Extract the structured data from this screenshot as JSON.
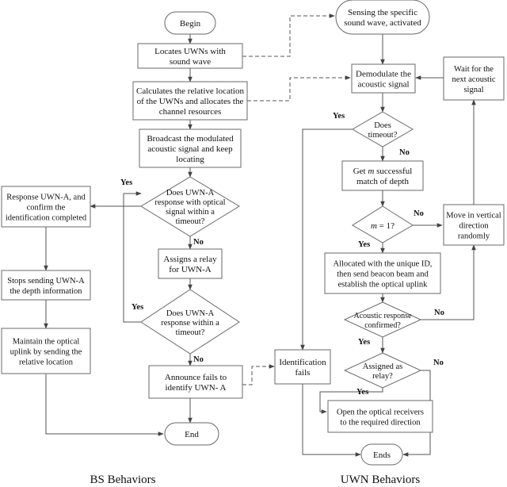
{
  "nodes": {
    "begin": {
      "lines": [
        "Begin"
      ]
    },
    "locates": {
      "lines": [
        "Locates UWNs with",
        "sound wave"
      ]
    },
    "calculates": {
      "lines": [
        "Calculates the relative location",
        "of the UWNs and allocates the",
        "channel resources"
      ]
    },
    "broadcast": {
      "lines": [
        "Broadcast the modulated",
        "acoustic signal and keep",
        "locating"
      ]
    },
    "optical_q": {
      "lines": [
        "Does UWN-A",
        "response with optical",
        "signal within a",
        "timeout?"
      ]
    },
    "assign_relay": {
      "lines": [
        "Assigns a relay",
        "for UWN-A"
      ]
    },
    "response_q": {
      "lines": [
        "Does UWN-A",
        "response within a",
        "timeout?"
      ]
    },
    "announce": {
      "lines": [
        "Announce fails to",
        "identify UWN- A"
      ]
    },
    "end": {
      "lines": [
        "End"
      ]
    },
    "response_confirm": {
      "lines": [
        "Response UWN-A, and",
        "confirm the",
        "identification completed"
      ]
    },
    "stop_depth": {
      "lines": [
        "Stops sending UWN-A",
        "the depth information"
      ]
    },
    "maintain": {
      "lines": [
        "Maintain the optical",
        "uplink by sending the",
        "relative location"
      ]
    },
    "sensing": {
      "lines": [
        "Sensing the specific",
        "sound wave, activated"
      ]
    },
    "demodulate": {
      "lines": [
        "Demodulate the",
        "acoustic signal"
      ]
    },
    "timeout_q": {
      "lines": [
        "Does",
        "timeout?"
      ]
    },
    "get_match": {
      "lines": [
        "Get m successful",
        "match of depth"
      ]
    },
    "m_q": {
      "lines": [
        "m = 1?"
      ]
    },
    "allocated": {
      "lines": [
        "Allocated with the unique ID,",
        "then send beacon beam and",
        "establish the optical uplink"
      ]
    },
    "acoustic_q": {
      "lines": [
        "Acoustic response",
        "confirmed?"
      ]
    },
    "relay_q": {
      "lines": [
        "Assigned as",
        "relay?"
      ]
    },
    "open_receivers": {
      "lines": [
        "Open the optical receivers",
        "to the required direction"
      ]
    },
    "ends": {
      "lines": [
        "Ends"
      ]
    },
    "ident_fails": {
      "lines": [
        "Identification",
        "fails"
      ]
    },
    "move": {
      "lines": [
        "Move in vertical",
        "direction",
        "randomly"
      ]
    },
    "wait": {
      "lines": [
        "Wait for the",
        "next acoustic",
        "signal"
      ]
    }
  },
  "edge_labels": {
    "optical_yes": "Yes",
    "optical_no": "No",
    "response_yes": "Yes",
    "response_no": "No",
    "timeout_yes": "Yes",
    "timeout_no": "No",
    "m_yes": "Yes",
    "m_no": "No",
    "acoustic_yes": "Yes",
    "acoustic_no": "No",
    "relay_yes": "Yes",
    "relay_no": "No"
  },
  "captions": {
    "bs": "BS Behaviors",
    "uwn": "UWN Behaviors"
  }
}
